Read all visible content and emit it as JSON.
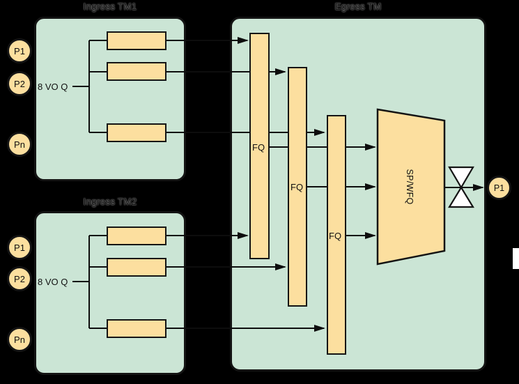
{
  "ingress_tm1": {
    "title": "Ingress TM1",
    "voq_label": "8 VO Q",
    "ports": [
      {
        "label": "P1"
      },
      {
        "label": "P2"
      },
      {
        "label": "Pn"
      }
    ]
  },
  "ingress_tm2": {
    "title": "Ingress TM2",
    "voq_label": "8 VO Q",
    "ports": [
      {
        "label": "P1"
      },
      {
        "label": "P2"
      },
      {
        "label": "Pn"
      }
    ]
  },
  "egress_tm": {
    "title": "Egress TM",
    "fq_labels": [
      "FQ",
      "FQ",
      "FQ"
    ],
    "scheduler_label": "SP/WFQ",
    "output_port_label": "P1"
  },
  "colors": {
    "background": "#000000",
    "block_fill": "#cbe5d5",
    "queue_fill": "#fcdf9f",
    "outline": "#141414",
    "valve_fill": "#ffffff"
  }
}
